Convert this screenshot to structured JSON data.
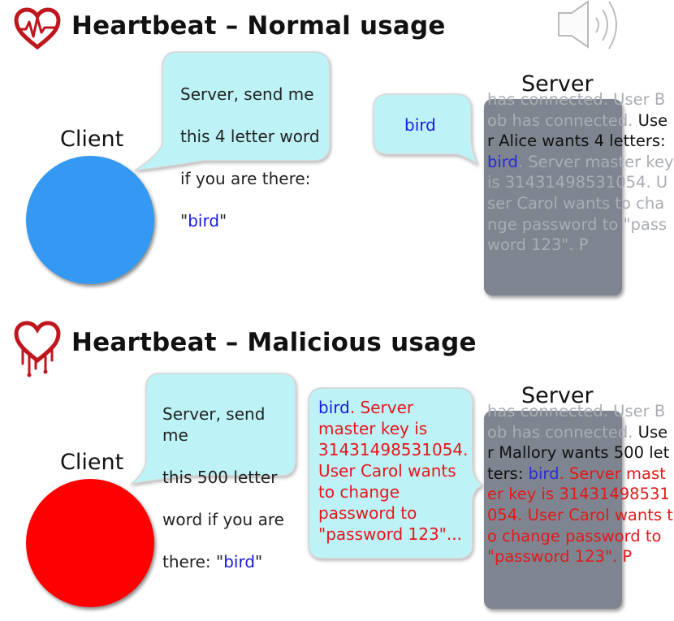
{
  "colors": {
    "bubble_fill": "#bdf3f6",
    "client_normal": "#3499f2",
    "client_malicious": "#ff0000",
    "memory_bg": "#7e8590"
  },
  "icons": {
    "heart_normal": "heart-ecg-icon",
    "heart_malicious": "bleeding-heart-icon",
    "speaker": "speaker-icon"
  },
  "normal": {
    "title": "Heartbeat – Normal usage",
    "client_label": "Client",
    "server_label": "Server",
    "request": {
      "line1": "Server, send me",
      "line2": "this 4 letter word",
      "line3": "if you are there:",
      "quote_open": "\"",
      "word": "bird",
      "quote_close": "\""
    },
    "response": {
      "word": "bird"
    },
    "memory": {
      "pre": "has connected. User Bob has connected.",
      "dark": " User Alice wants 4 letters: ",
      "word": "bird",
      "post": ". Server master key is 31431498531054. User Carol wants to change password to \"password 123\". P"
    }
  },
  "malicious": {
    "title": "Heartbeat – Malicious usage",
    "client_label": "Client",
    "server_label": "Server",
    "request": {
      "line1": "Server, send me",
      "line2": "this 500 letter",
      "line3": "word if you are",
      "line4_pre": "there: \"",
      "word": "bird",
      "line4_post": "\""
    },
    "response": {
      "word": "bird",
      "leak": ". Server master key is 31431498531054. User Carol wants to change password to \"password 123\"..."
    },
    "memory": {
      "pre": "has connected. User Bob has connected.",
      "dark": " User Mallory wants 500 letters: ",
      "word": "bird",
      "post": ". Server master key is 31431498531054. User Carol wants to change password to \"password 123\". P"
    }
  }
}
